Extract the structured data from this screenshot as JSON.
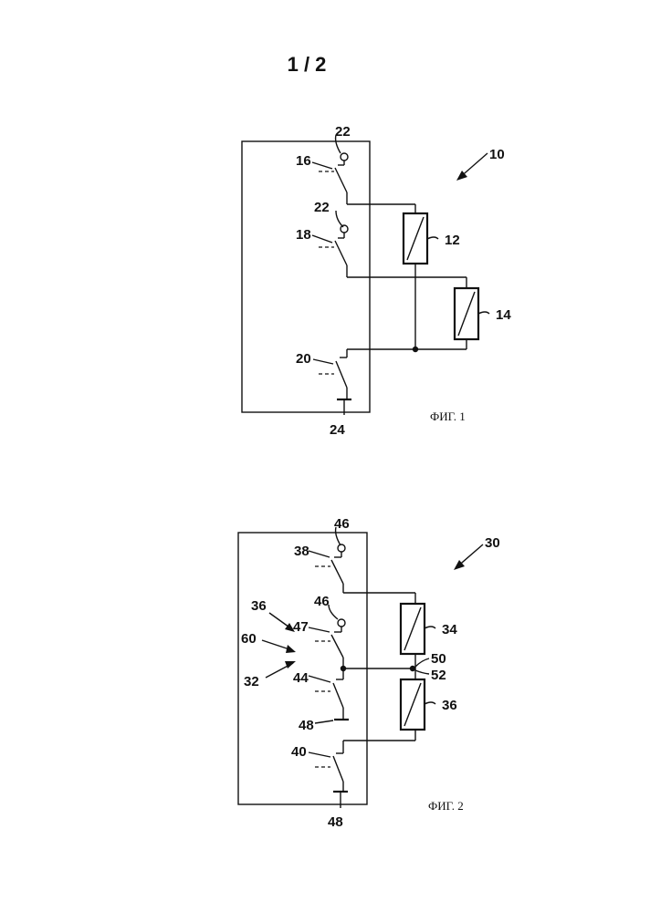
{
  "page_number": "1 / 2",
  "fig1": {
    "caption": "ФИГ. 1",
    "labels": {
      "circuit": "10",
      "coil_a": "12",
      "coil_b": "14",
      "switch_a": "16",
      "switch_b": "18",
      "switch_c": "20",
      "terminal_a": "22",
      "terminal_b": "22",
      "ground": "24"
    }
  },
  "fig2": {
    "caption": "ФИГ. 2",
    "labels": {
      "circuit": "30",
      "coil_a": "34",
      "coil_b": "36",
      "switch_a": "38",
      "switch_b": "40",
      "switch_mid": "44",
      "switch_upper": "47",
      "group_36": "36",
      "group_60": "60",
      "group_32": "32",
      "terminal_a": "46",
      "terminal_b": "46",
      "node_50": "50",
      "node_52": "52",
      "ground_a": "48",
      "ground_b": "48"
    }
  }
}
